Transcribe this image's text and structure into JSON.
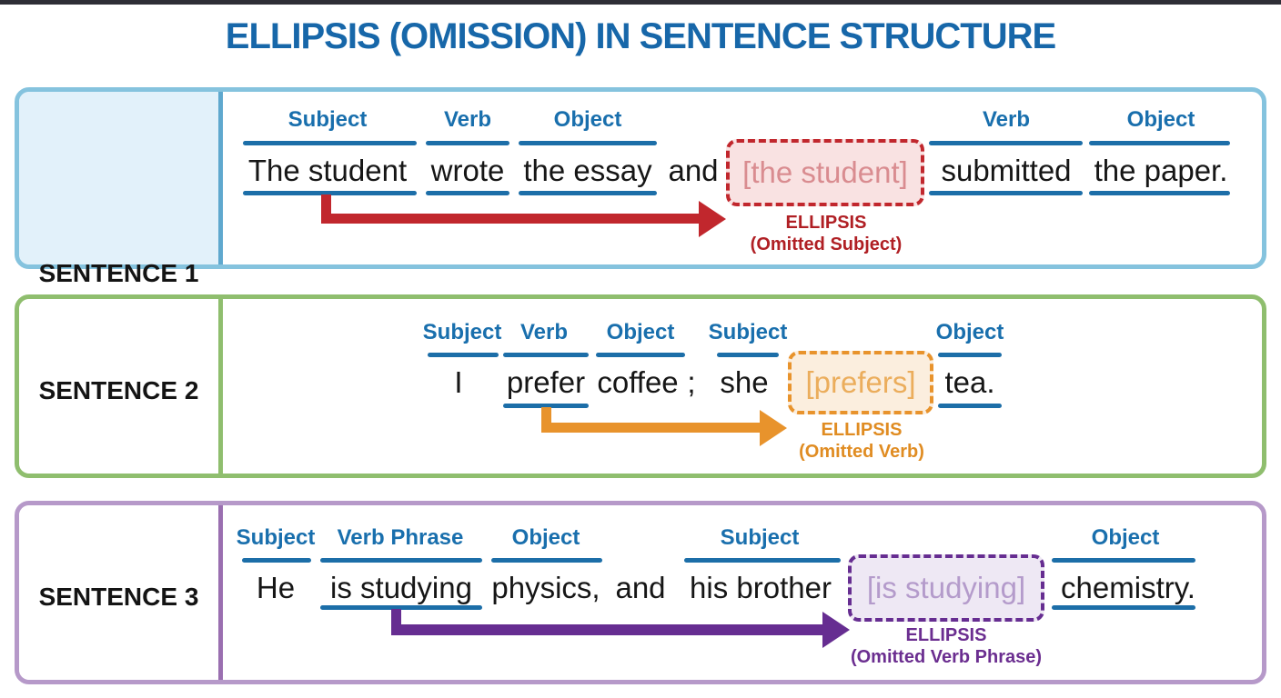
{
  "header": {
    "title": "ELLIPSIS (OMISSION) IN SENTENCE STRUCTURE",
    "title_color": "#1767a9"
  },
  "underline_color": "#1c6ea8",
  "label_color": "#196fad",
  "panels": [
    {
      "name": "SENTENCE 1",
      "border": "#85c3de",
      "accent": "#c1272d",
      "labels": [
        "Subject",
        "Verb",
        "Object",
        "Verb",
        "Object"
      ],
      "words": [
        "The student",
        "wrote",
        "the essay",
        "and",
        "submitted",
        "the paper."
      ],
      "omitted": "[the student]",
      "ellipsis_title": "ELLIPSIS",
      "ellipsis_note": "(Omitted Subject)"
    },
    {
      "name": "SENTENCE 2",
      "border": "#8fbe6e",
      "accent": "#e8932c",
      "labels": [
        "Subject",
        "Verb",
        "Object",
        "Subject",
        "Object"
      ],
      "words": [
        "I",
        "prefer",
        "coffee",
        ";",
        "she",
        "tea."
      ],
      "omitted": "[prefers]",
      "ellipsis_title": "ELLIPSIS",
      "ellipsis_note": "(Omitted Verb)"
    },
    {
      "name": "SENTENCE 3",
      "border": "#b699c9",
      "accent": "#662d91",
      "labels": [
        "Subject",
        "Verb Phrase",
        "Object",
        "Subject",
        "Object"
      ],
      "words": [
        "He",
        "is studying",
        "physics,",
        "and",
        "his brother",
        "chemistry."
      ],
      "omitted": "[is studying]",
      "ellipsis_title": "ELLIPSIS",
      "ellipsis_note": "(Omitted Verb Phrase)"
    }
  ]
}
